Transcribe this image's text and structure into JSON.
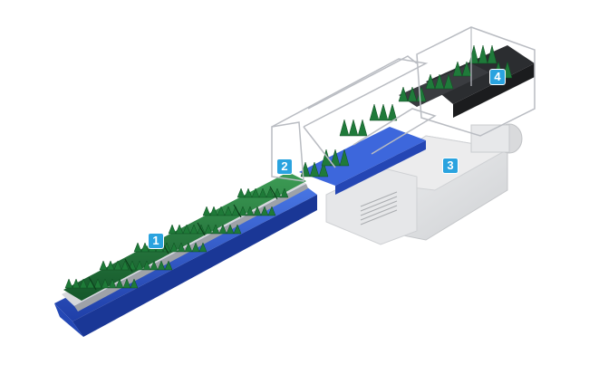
{
  "callouts": [
    {
      "id": "1",
      "label": "1"
    },
    {
      "id": "2",
      "label": "2"
    },
    {
      "id": "3",
      "label": "3"
    },
    {
      "id": "4",
      "label": "4"
    }
  ],
  "colors": {
    "badge": "#2aa3df",
    "conveyor_blue": "#2f58c8",
    "bottle_green": "#1f7a3a",
    "frame_line": "#b9bcc2",
    "machine_grey": "#e3e4e6",
    "packer_dark": "#2b2d30"
  }
}
